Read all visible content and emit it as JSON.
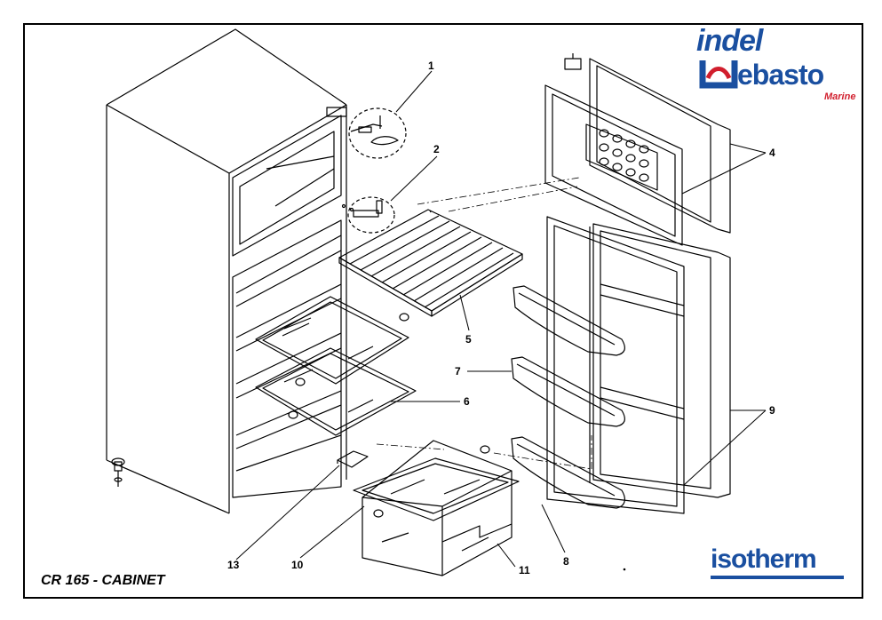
{
  "title": "CR 165 - CABINET",
  "logos": {
    "indel": "indel",
    "webasto": "ebasto",
    "marine": "Marine",
    "isotherm": "isotherm"
  },
  "callouts": [
    {
      "id": "1",
      "label": "1"
    },
    {
      "id": "2",
      "label": "2"
    },
    {
      "id": "4",
      "label": "4"
    },
    {
      "id": "5",
      "label": "5"
    },
    {
      "id": "6",
      "label": "6"
    },
    {
      "id": "7",
      "label": "7"
    },
    {
      "id": "8",
      "label": "8"
    },
    {
      "id": "9",
      "label": "9"
    },
    {
      "id": "10",
      "label": "10"
    },
    {
      "id": "11",
      "label": "11"
    },
    {
      "id": "13",
      "label": "13"
    }
  ],
  "colors": {
    "brand_blue": "#1a4fa0",
    "brand_red": "#d11e2d",
    "line": "#000000"
  }
}
